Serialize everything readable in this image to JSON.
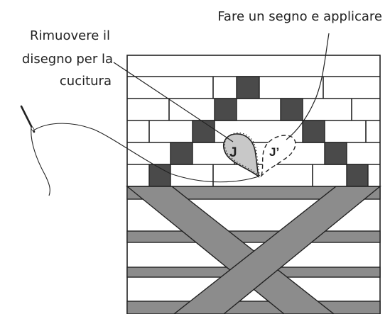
{
  "labels": {
    "remove_line1": "Rimuovere il",
    "remove_line2": "disegno per la",
    "remove_line3": "cucitura",
    "mark_apply": "Fare un segno e applicare"
  },
  "pieces": {
    "original": "J",
    "copy": "J’"
  },
  "colors": {
    "dark_block": "#4a4a4a",
    "band": "#8c8c8c",
    "light_piece": "#c8c8c8",
    "outline": "#222222"
  }
}
